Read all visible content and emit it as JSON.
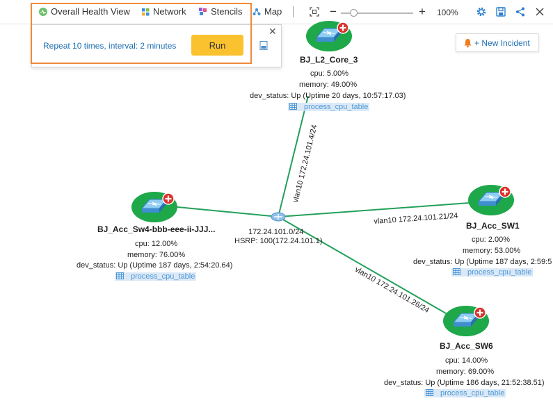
{
  "toolbar": {
    "overall_health_view": "Overall Health View",
    "network": "Network",
    "stencils": "Stencils",
    "map": "Map",
    "zoom_minus": "−",
    "zoom_plus": "+",
    "zoom_value": "100%",
    "zoom_level": 0.18
  },
  "popup": {
    "repeat_text": "Repeat 10 times, interval: 2 minutes",
    "run_label": "Run",
    "close": "✕"
  },
  "incident": {
    "label": "+ New Incident"
  },
  "hub": {
    "subnet": "172.24.101.0/24",
    "hsrp": "HSRP: 100(172.24.101.1)"
  },
  "links": [
    {
      "label": "vlan10 172.24.101.4/24"
    },
    {
      "label": "vlan10 172.24.101.21/24"
    },
    {
      "label": "vlan10 172.24.101.26/24"
    }
  ],
  "nodes": {
    "core3": {
      "name": "BJ_L2_Core_3",
      "cpu": "cpu: 5.00%",
      "memory": "memory: 49.00%",
      "status": "dev_status: Up (Uptime 20 days, 10:57:17.03)",
      "table": "process_cpu_table"
    },
    "sw4": {
      "name": "BJ_Acc_Sw4-bbb-eee-ii-JJJ...",
      "cpu": "cpu: 12.00%",
      "memory": "memory: 76.00%",
      "status": "dev_status: Up (Uptime 187 days, 2:54:20.64)",
      "table": "process_cpu_table"
    },
    "sw1": {
      "name": "BJ_Acc_SW1",
      "cpu": "cpu: 2.00%",
      "memory": "memory: 53.00%",
      "status": "dev_status: Up (Uptime 187 days, 2:59:5",
      "table": "process_cpu_table"
    },
    "sw6": {
      "name": "BJ_Acc_SW6",
      "cpu": "cpu: 14.00%",
      "memory": "memory: 69.00%",
      "status": "dev_status: Up (Uptime 186 days, 21:52:38.51)",
      "table": "process_cpu_table"
    }
  },
  "colors": {
    "accent_blue": "#1f6fb5",
    "run_yellow": "#fbc230",
    "highlight_orange": "#f08a3a",
    "node_green": "#1ea84a",
    "link_green": "#23a05a"
  }
}
